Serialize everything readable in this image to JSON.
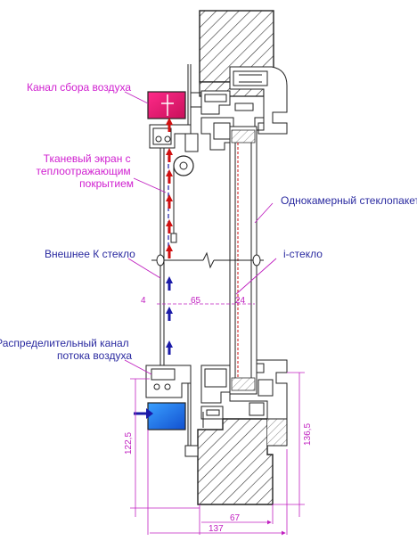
{
  "labels": {
    "air_collect_channel": "Канал сбора воздуха",
    "fabric_screen": [
      "Тканевый экран с",
      "теплоотражающим",
      "покрытием"
    ],
    "single_chamber_unit": "Однокамерный стеклопакет",
    "outer_k_glass": "Внешнее К стекло",
    "i_glass": "i-стекло",
    "distribution_channel": [
      "Распределительный канал",
      "потока воздуха"
    ]
  },
  "dimensions": {
    "gap_outer": "4",
    "gap_cavity": "65",
    "gap_unit": "24",
    "height_left": "122,5",
    "height_right": "136,5",
    "width_frame": "67",
    "width_total": "137"
  },
  "colors": {
    "label_magenta": "#d020d0",
    "label_blue": "#2a2aa0",
    "collector_red": "#e8186e",
    "distributor_blue": "#1a73e8",
    "arrow_red": "#d01010",
    "arrow_blue": "#1a1aa8",
    "dimension_line": "#c020c0"
  }
}
